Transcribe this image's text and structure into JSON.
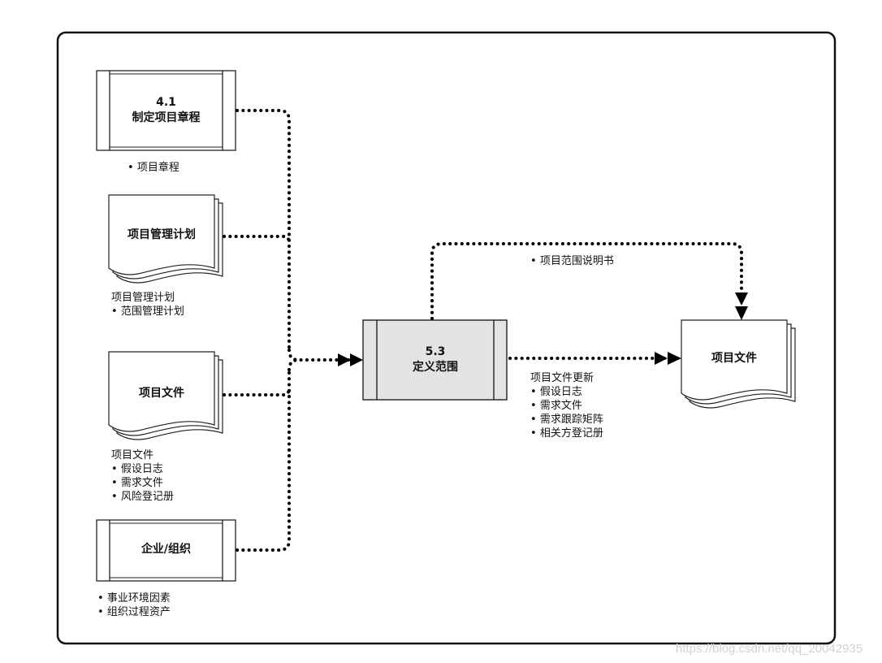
{
  "diagram": {
    "inputs": [
      {
        "id": "charter-process",
        "shape": "process",
        "number": "4.1",
        "title": "制定项目章程",
        "items_heading": "",
        "items": [
          "项目章程"
        ]
      },
      {
        "id": "project-management-plan",
        "shape": "document",
        "title": "项目管理计划",
        "items_heading": "项目管理计划",
        "items": [
          "范围管理计划"
        ]
      },
      {
        "id": "project-documents-in",
        "shape": "document",
        "title": "项目文件",
        "items_heading": "项目文件",
        "items": [
          "假设日志",
          "需求文件",
          "风险登记册"
        ]
      },
      {
        "id": "enterprise-org",
        "shape": "process",
        "title": "企业/组织",
        "items_heading": "",
        "items": [
          "事业环境因素",
          "组织过程资产"
        ]
      }
    ],
    "process": {
      "number": "5.3",
      "title": "定义范围",
      "fill": "#e3e3e3"
    },
    "output": {
      "title": "项目文件"
    },
    "top_flow_items": [
      "项目范围说明书"
    ],
    "bottom_flow": {
      "heading": "项目文件更新",
      "items": [
        "假设日志",
        "需求文件",
        "需求跟踪矩阵",
        "相关方登记册"
      ]
    },
    "bullet": "•"
  },
  "watermark": "https://blog.csdn.net/qq_20042935"
}
